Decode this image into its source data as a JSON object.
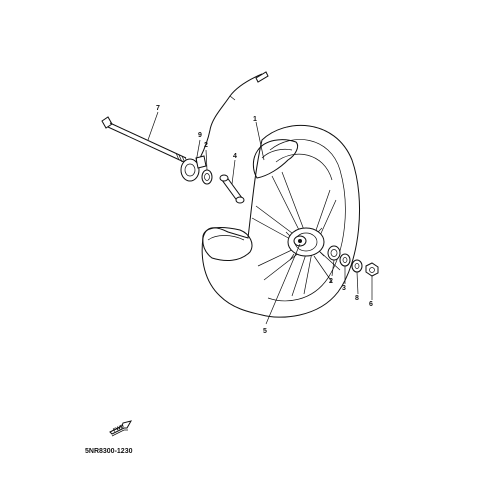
{
  "parts": [
    {
      "callout": "1",
      "part": "wheel"
    },
    {
      "callout": "9",
      "part": "meter-gear"
    },
    {
      "callout": "2",
      "part": "oil-seal-left"
    },
    {
      "callout": "4",
      "part": "collar"
    },
    {
      "callout": "7",
      "part": "axle"
    },
    {
      "callout": "5",
      "part": "bearing"
    },
    {
      "callout": "2",
      "part": "oil-seal-right"
    },
    {
      "callout": "3",
      "part": "bearing-right"
    },
    {
      "callout": "8",
      "part": "collar-right"
    },
    {
      "callout": "6",
      "part": "nut"
    }
  ],
  "fwd_label": "FWD",
  "reference_code": "5NR8300-1230"
}
